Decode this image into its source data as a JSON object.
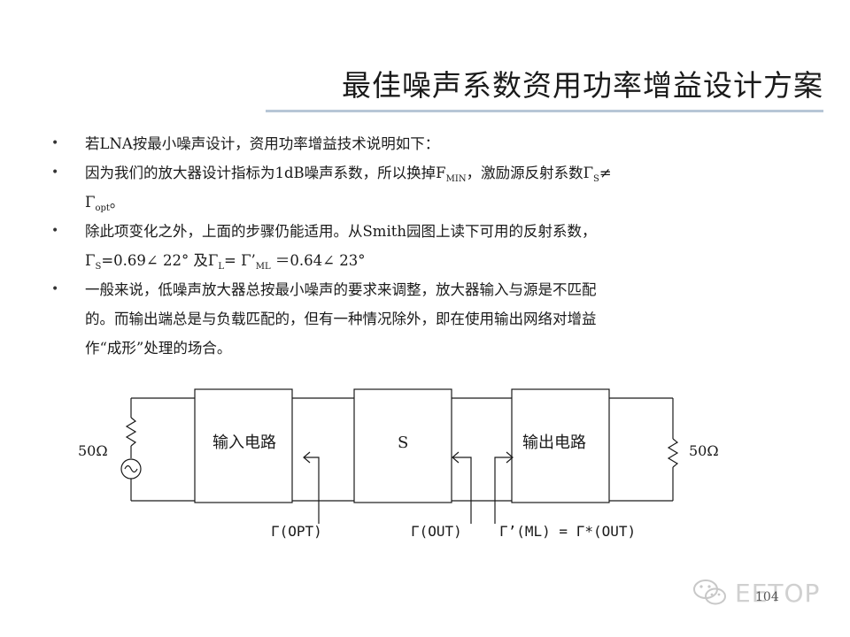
{
  "title": "最佳噪声系数资用功率增益设计方案",
  "bullets": {
    "b1": "若LNA按最小噪声设计，资用功率增益技术说明如下：",
    "b2_a": "因为我们的放大器设计指标为1dB噪声系数，所以换掉F",
    "b2_sub1": "MIN",
    "b2_b": "，激励源反射系数Γ",
    "b2_sub2": "S",
    "b2_c": "≠",
    "b2_d": "Γ",
    "b2_sub3": "opt",
    "b2_e": "。",
    "b3_a": "除此项变化之外，上面的步骤仍能适用。从Smith园图上读下可用的反射系数，",
    "b3_b1": "Γ",
    "b3_sub1": "S",
    "b3_b2": "=0.69∠ 22° 及Γ",
    "b3_sub2": "L",
    "b3_b3": "= Γ’",
    "b3_sub3": "ML",
    "b3_b4": " ＝0.64∠ 23°",
    "b4_a": "一般来说，低噪声放大器总按最小噪声的要求来调整，放大器输入与源是不匹配",
    "b4_b": "的。而输出端总是与负载匹配的，但有一种情况除外，即在使用输出网络对增益",
    "b4_c": "作“成形”处理的场合。"
  },
  "diagram": {
    "source_res": "50Ω",
    "load_res": "50Ω",
    "input_block": "输入电路",
    "s_block": "S",
    "output_block": "输出电路",
    "label_opt": "Γ(OPT)",
    "label_out": "Γ(OUT)",
    "label_ml": "Γ’(ML) = Γ*(OUT)"
  },
  "watermark": "EETOP",
  "page_number": "104"
}
